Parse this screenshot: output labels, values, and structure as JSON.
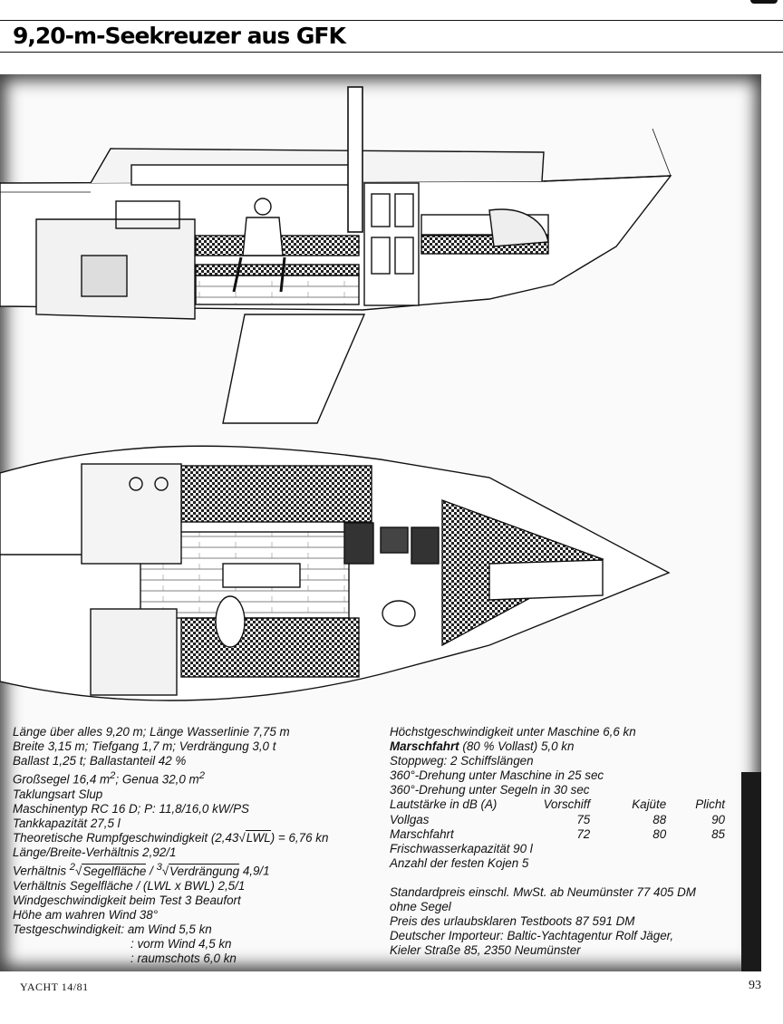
{
  "header": {
    "title": "9,20-m-Seekreuzer aus GFK"
  },
  "specs_left": {
    "line1": "Länge über alles 9,20 m; Länge Wasserlinie 7,75 m",
    "line2": "Breite 3,15 m; Tiefgang 1,7 m; Verdrängung 3,0 t",
    "line3": "Ballast 1,25 t; Ballastanteil 42 %",
    "line4_a": "Großsegel 16,4 m",
    "line4_sup1": "2",
    "line4_b": "; Genua 32,0 m",
    "line4_sup2": "2",
    "line5": "Taklungsart Slup",
    "line6": "Maschinentyp RC 16 D; P: 11,8/16,0 kW/PS",
    "line7": "Tankkapazität 27,5 l",
    "line8_a": "Theoretische Rumpfgeschwindigkeit (2,43",
    "line8_root": "LWL",
    "line8_b": ") = 6,76 kn",
    "line9": "Länge/Breite-Verhältnis 2,92/1",
    "line10_a": "Verhältnis",
    "line10_idx1": "2",
    "line10_root1": "Segelfläche",
    "line10_mid": "/",
    "line10_idx2": "3",
    "line10_root2": "Verdrängung",
    "line10_b": "4,9/1",
    "line11": "Verhältnis Segelfläche / (LWL x BWL) 2,5/1",
    "line12": "Windgeschwindigkeit beim Test 3 Beaufort",
    "line13": "Höhe am wahren Wind 38°",
    "line14_a": "Testgeschwindigkeit:",
    "line14_b": "am Wind 5,5 kn",
    "line15": ": vorm Wind 4,5 kn",
    "line16": ": raumschots 6,0 kn"
  },
  "specs_right": {
    "line1": "Höchstgeschwindigkeit unter Maschine 6,6 kn",
    "line2_a": "Marschfahrt",
    "line2_b": " (80 % Vollast) 5,0 kn",
    "line3": "Stoppweg: 2 Schiffslängen",
    "line4": "360°-Drehung unter Maschine in 25 sec",
    "line5": "360°-Drehung unter Segeln in 30 sec",
    "noise_table": {
      "headers": [
        "Lautstärke in dB (A)",
        "Vorschiff",
        "Kajüte",
        "Plicht"
      ],
      "rows": [
        [
          "Vollgas",
          "75",
          "88",
          "90"
        ],
        [
          "Marschfahrt",
          "72",
          "80",
          "85"
        ]
      ]
    },
    "line6": "Frischwasserkapazität 90 l",
    "line7": "Anzahl der festen Kojen 5",
    "line8": "Standardpreis einschl. MwSt. ab Neumünster 77 405 DM",
    "line9": "ohne Segel",
    "line10": "Preis des urlaubsklaren Testboots 87 591 DM",
    "line11": "Deutscher Importeur: Baltic-Yachtagentur Rolf Jäger,",
    "line12": "Kieler Straße 85, 2350 Neumünster"
  },
  "footer": {
    "magazine": "YACHT 14/81",
    "page_number": "93"
  }
}
